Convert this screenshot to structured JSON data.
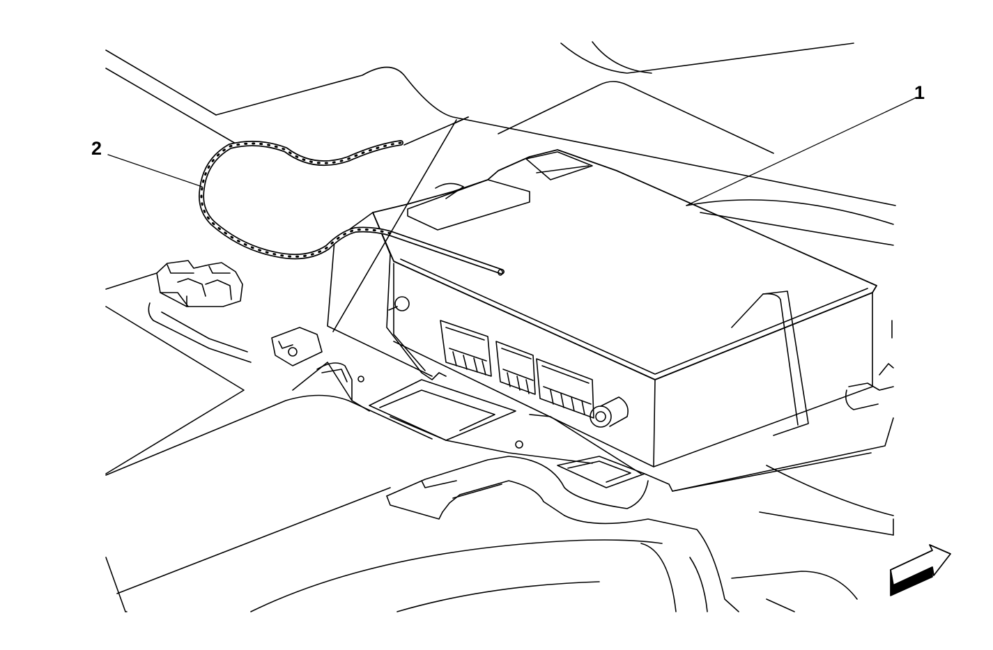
{
  "callouts": [
    {
      "id": "1",
      "label": "1"
    },
    {
      "id": "2",
      "label": "2"
    }
  ],
  "colors": {
    "line": "#000000",
    "background": "#ffffff"
  },
  "icons": {
    "orientation_arrow": "vehicle-forward-arrow-icon"
  }
}
